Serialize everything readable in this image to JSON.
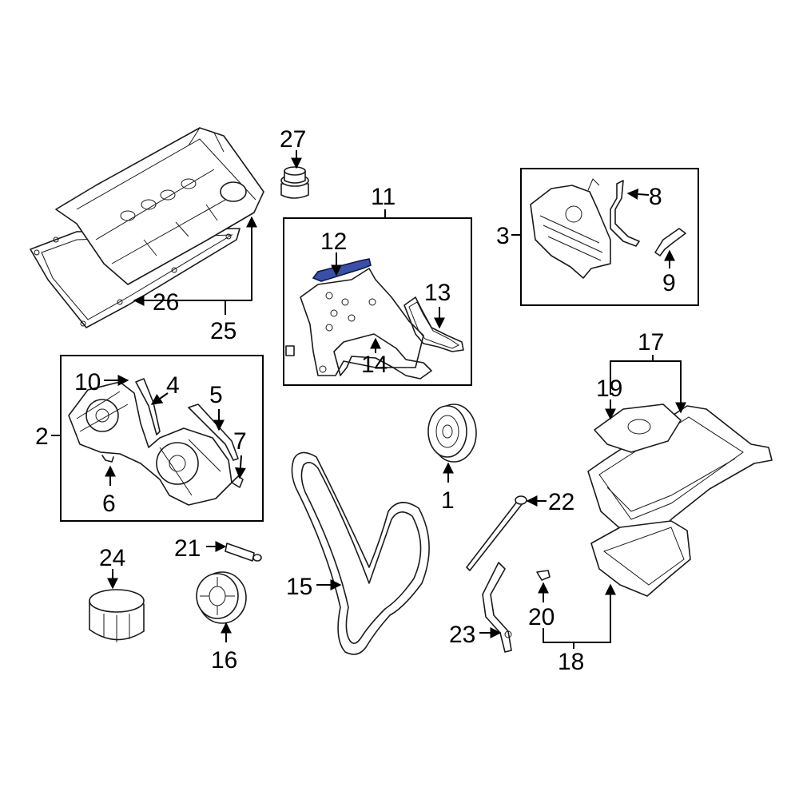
{
  "highlight_color": "#3a4fa8",
  "callouts": {
    "c1": "1",
    "c2": "2",
    "c3": "3",
    "c4": "4",
    "c5": "5",
    "c6": "6",
    "c7": "7",
    "c8": "8",
    "c9": "9",
    "c10": "10",
    "c11": "11",
    "c12": "12",
    "c13": "13",
    "c14": "14",
    "c15": "15",
    "c16": "16",
    "c17": "17",
    "c18": "18",
    "c19": "19",
    "c20": "20",
    "c21": "21",
    "c22": "22",
    "c23": "23",
    "c24": "24",
    "c25": "25",
    "c26": "26",
    "c27": "27"
  }
}
